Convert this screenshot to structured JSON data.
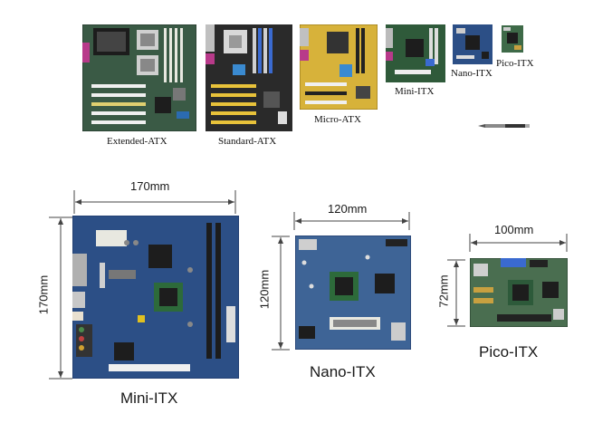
{
  "top_row": {
    "captions": {
      "extended_atx": "Extended-ATX",
      "standard_atx": "Standard-ATX",
      "micro_atx": "Micro-ATX",
      "mini_itx": "Mini-ITX",
      "nano_itx": "Nano-ITX",
      "pico_itx": "Pico-ITX"
    }
  },
  "bottom_row": {
    "mini_itx": {
      "name": "Mini-ITX",
      "width": "170mm",
      "height": "170mm"
    },
    "nano_itx": {
      "name": "Nano-ITX",
      "width": "120mm",
      "height": "120mm"
    },
    "pico_itx": {
      "name": "Pico-ITX",
      "width": "100mm",
      "height": "72mm"
    }
  },
  "colors": {
    "pcb_green": "#2f5a3a",
    "pcb_blue": "#2c4f86",
    "pcb_yellow": "#d7b23a",
    "slot_white": "#e8e8e0",
    "chip_dark": "#1d1d1d"
  }
}
